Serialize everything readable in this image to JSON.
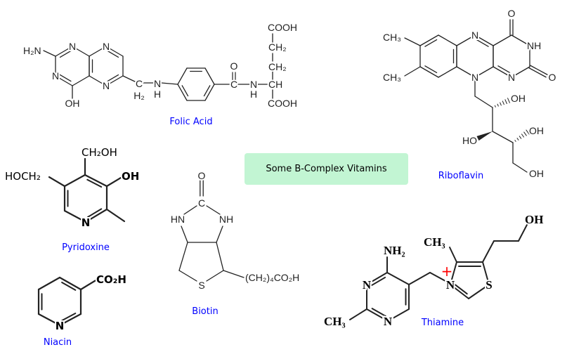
{
  "title": "Some B-Complex Vitamins",
  "colors": {
    "label": "#0000ff",
    "title_bg": "#c2f5d3",
    "charge": "#ff0000",
    "bond": "#000000"
  },
  "molecules": {
    "folic_acid": {
      "name": "Folic Acid",
      "atoms": {
        "h2n": "H₂N",
        "n1": "N",
        "n3": "N",
        "oh": "OH",
        "n5": "N",
        "n8": "N",
        "c_ch2": "C",
        "h2": "H₂",
        "nh_n": "N",
        "nh_h": "H",
        "c_co": "C",
        "o": "O",
        "amide_n": "N",
        "amide_h": "H",
        "ch": "CH",
        "ch2a": "CH₂",
        "ch2b": "CH₂",
        "cooh_top": "COOH",
        "cooh_bottom": "COOH"
      }
    },
    "riboflavin": {
      "name": "Riboflavin",
      "atoms": {
        "ch3_top": "CH₃",
        "ch3_bottom": "CH₃",
        "n_top": "N",
        "n_bottom": "N",
        "n_right": "N",
        "nh": "NH",
        "o_top": "O",
        "o_right": "O",
        "oh1": "OH",
        "ho2": "HO",
        "oh3": "OH",
        "oh4": "OH"
      }
    },
    "pyridoxine": {
      "name": "Pyridoxine",
      "atoms": {
        "ch2oh": "CH₂OH",
        "hoch2": "HOCH₂",
        "oh": "OH",
        "n": "N"
      }
    },
    "niacin": {
      "name": "Niacin",
      "atoms": {
        "co2h": "CO₂H",
        "n": "N"
      }
    },
    "biotin": {
      "name": "Biotin",
      "atoms": {
        "o": "O",
        "c": "C",
        "hn": "HN",
        "nh": "NH",
        "s": "S",
        "chain": "(CH₂)₄CO₂H"
      }
    },
    "thiamine": {
      "name": "Thiamine",
      "atoms": {
        "nh2": "NH₂",
        "n_upper": "N",
        "n_lower": "N",
        "ch3_ring": "CH₃",
        "ch3_thiazole": "CH₃",
        "n_plus": "N",
        "plus": "+",
        "s": "S",
        "oh": "OH"
      }
    }
  }
}
